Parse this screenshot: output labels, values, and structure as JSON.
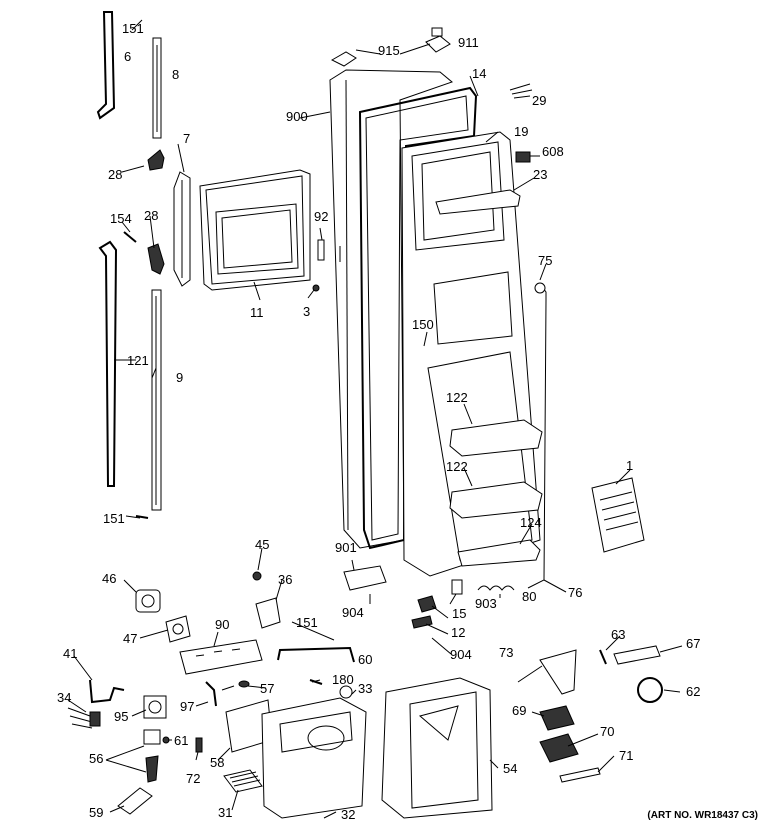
{
  "art_number": "(ART NO. WR18437 C3)",
  "callouts": [
    "151",
    "6",
    "8",
    "7",
    "28",
    "154",
    "28",
    "11",
    "92",
    "3",
    "121",
    "9",
    "151",
    "900",
    "915",
    "911",
    "14",
    "29",
    "19",
    "608",
    "23",
    "75",
    "150",
    "122",
    "122",
    "124",
    "1",
    "76",
    "80",
    "903",
    "15",
    "12",
    "904",
    "901",
    "904",
    "45",
    "36",
    "46",
    "47",
    "90",
    "151",
    "60",
    "41",
    "34",
    "95",
    "57",
    "97",
    "180",
    "33",
    "56",
    "61",
    "58",
    "72",
    "31",
    "59",
    "32",
    "54",
    "73",
    "63",
    "67",
    "62",
    "69",
    "70",
    "71"
  ]
}
